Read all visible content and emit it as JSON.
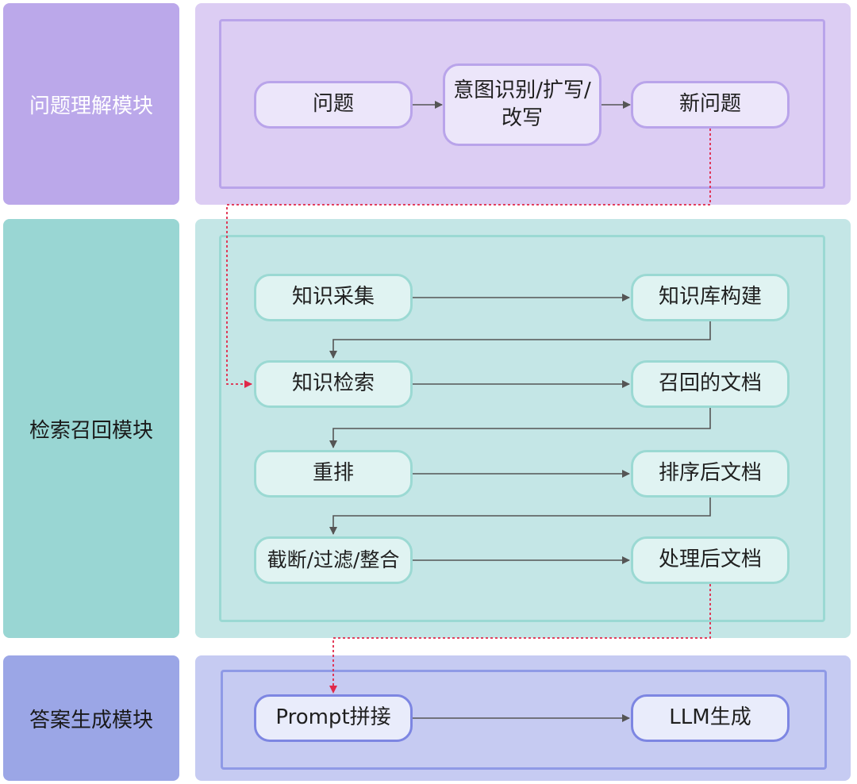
{
  "modules": {
    "understanding": {
      "label": "问题理解模块",
      "color": "#bba8ea"
    },
    "retrieval": {
      "label": "检索召回模块",
      "color": "#99d6d3"
    },
    "generation": {
      "label": "答案生成模块",
      "color": "#9ba6e6"
    }
  },
  "nodes": {
    "question": "问题",
    "intent_line1": "意图识别/扩写/",
    "intent_line2": "改写",
    "new_question": "新问题",
    "knowledge_collect": "知识采集",
    "kb_build": "知识库构建",
    "knowledge_search": "知识检索",
    "recalled_docs": "召回的文档",
    "rerank": "重排",
    "sorted_docs": "排序后文档",
    "truncate_filter": "截断/过滤/整合",
    "processed_docs": "处理后文档",
    "prompt_concat": "Prompt拼接",
    "llm_generate": "LLM生成"
  },
  "colors": {
    "arrow": "#555555",
    "cross_module_arrow": "#e0294a"
  }
}
